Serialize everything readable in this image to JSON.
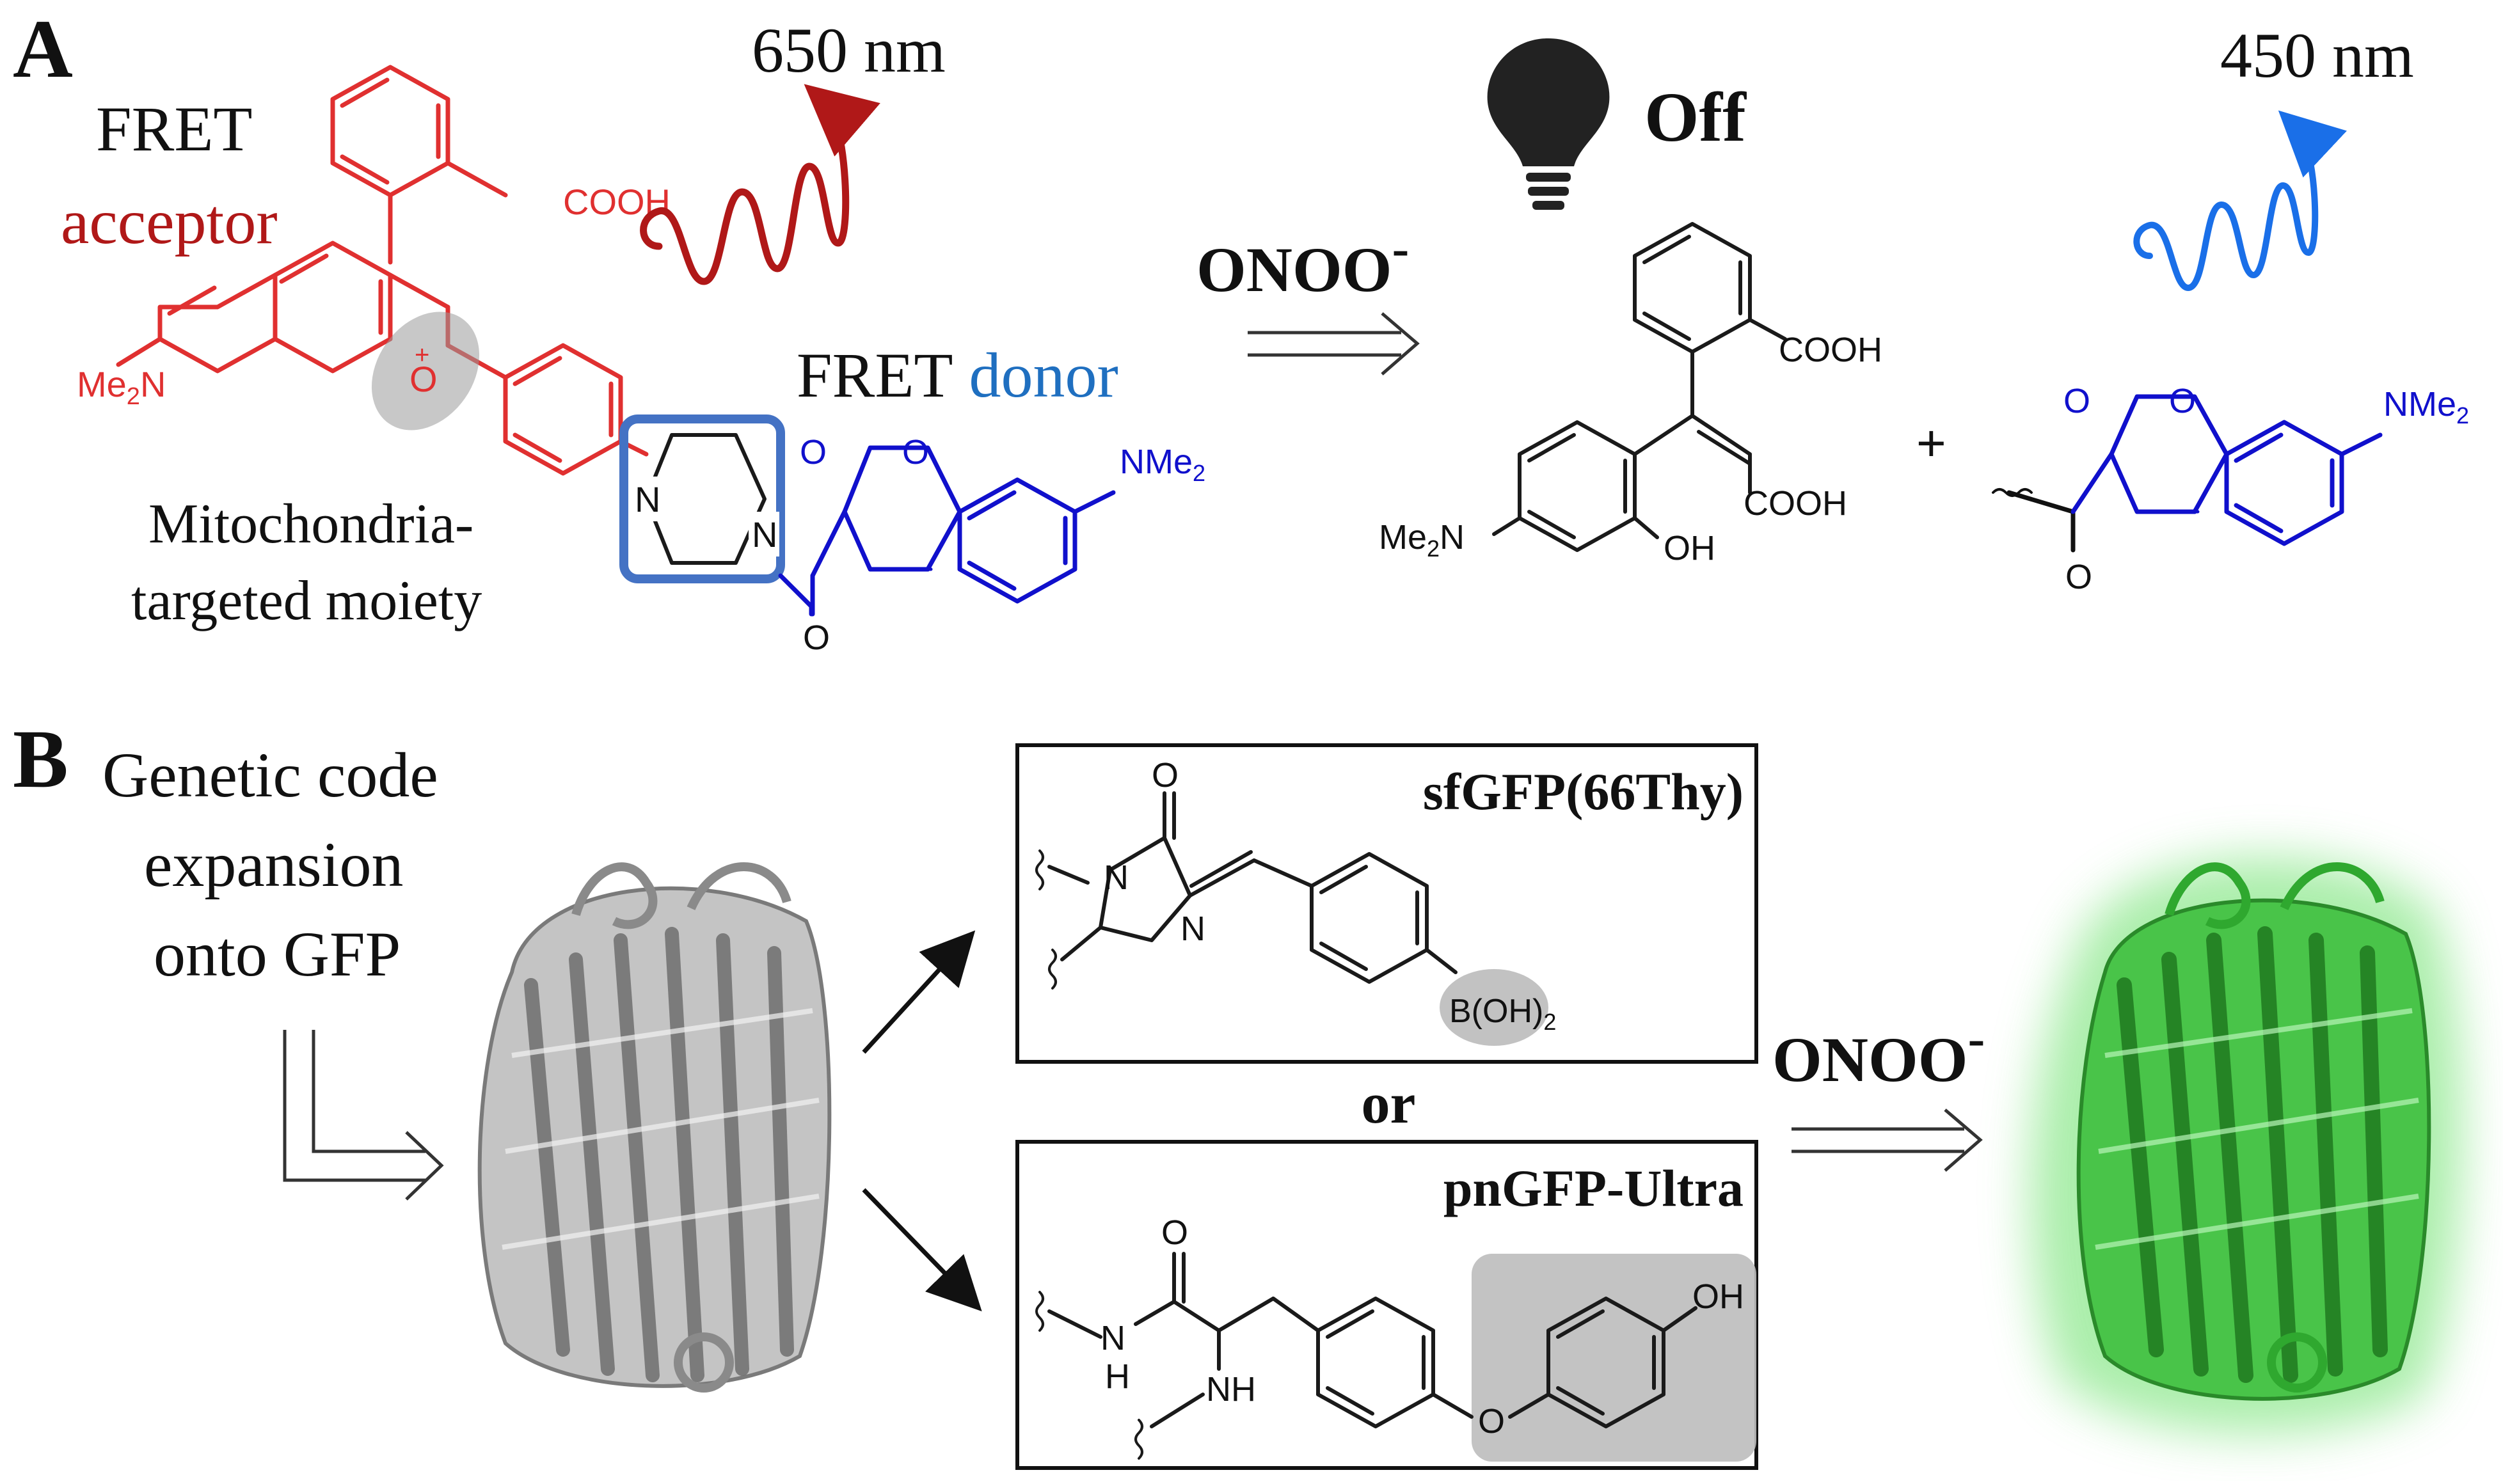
{
  "panel_a": {
    "label": "A",
    "acceptor": {
      "line1": "FRET",
      "line2": "acceptor",
      "emission": "650 nm",
      "cooh": "COOH",
      "nme2": "Me",
      "nme2_sub": "2",
      "nme2_tail": "N",
      "plus": "+",
      "o": "O"
    },
    "piperazine_n1": "N",
    "piperazine_n2": "N",
    "mito_line1": "Mitochondria-",
    "mito_line2": "targeted moiety",
    "donor": {
      "word": "FRET",
      "highlight": "donor",
      "nme2": "NMe",
      "nme2_sub": "2",
      "carbonyl_o": "O",
      "ring_o": "O",
      "keto_o": "O"
    },
    "reagent": "ONOO",
    "reagent_charge": "-",
    "state_label": "Off",
    "product": {
      "cooh1": "COOH",
      "cooh2": "COOH",
      "oh": "OH",
      "me2n": "Me",
      "me2n_sub": "2",
      "me2n_tail": "N",
      "plus": "+",
      "emission": "450 nm",
      "nme2": "NMe",
      "nme2_sub": "2",
      "ring_o": "O",
      "carbonyl_o": "O",
      "keto_o": "O"
    },
    "colors": {
      "acceptor": "#e03030",
      "donor_text": "#1f6fc0",
      "structure_blue": "#1010cc",
      "red_wave": "#b01818",
      "blue_wave": "#1a6fe8",
      "box": "#4472c4"
    }
  },
  "panel_b": {
    "label": "B",
    "intro_line1": "Genetic code",
    "intro_line2": "expansion",
    "intro_line3": "onto GFP",
    "connector": "or",
    "reagent": "ONOO",
    "reagent_charge": "-",
    "top_box": {
      "title": "sfGFP(66Thy)",
      "o": "O",
      "n1": "N",
      "n2": "N",
      "b": "B(OH)",
      "b_sub": "2"
    },
    "bottom_box": {
      "title": "pnGFP-Ultra",
      "o1": "O",
      "nh1": "N",
      "nh1_h": "H",
      "nh2": "NH",
      "o2": "O",
      "oh": "OH"
    },
    "colors": {
      "protein_gray": "#8a8a8a",
      "protein_green": "#2fa82f",
      "glow": "#8ee88e",
      "highlight": "#bdbdbd"
    }
  }
}
